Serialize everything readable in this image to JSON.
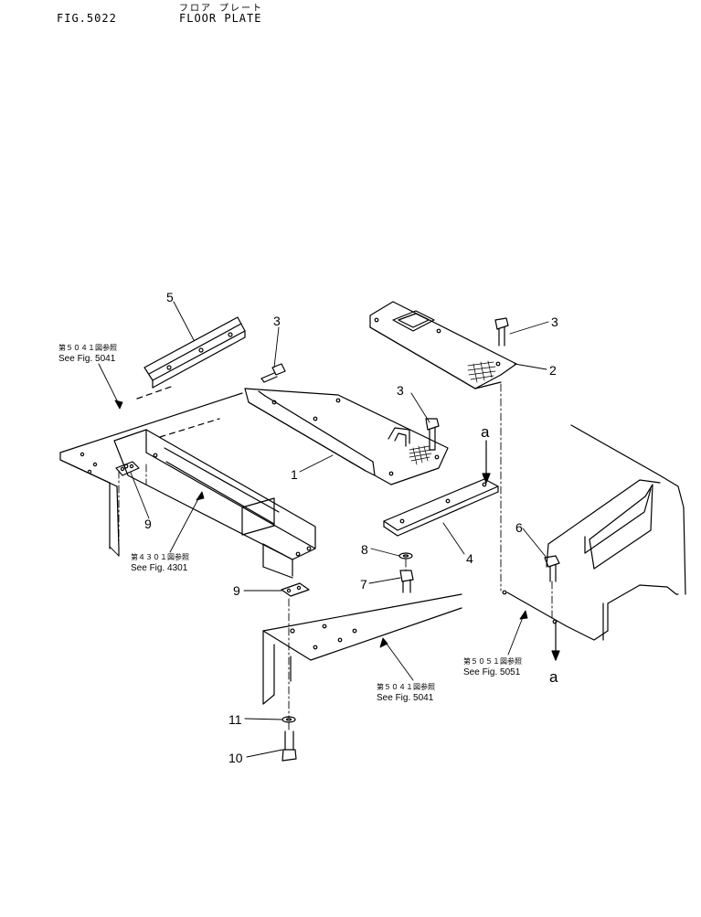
{
  "header": {
    "fig_number": "FIG.5022",
    "title_jp": "フロア プレート",
    "title_en": "FLOOR PLATE"
  },
  "callouts": {
    "c1": "1",
    "c2": "2",
    "c3a": "3",
    "c3b": "3",
    "c3c": "3",
    "c4": "4",
    "c5": "5",
    "c6": "6",
    "c7": "7",
    "c8": "8",
    "c9a": "9",
    "c9b": "9",
    "c10": "10",
    "c11": "11",
    "a_top": "a",
    "a_bottom": "a"
  },
  "references": {
    "ref_5041_left": {
      "jp": "第５０４１図参照",
      "en": "See Fig. 5041"
    },
    "ref_4301": {
      "jp": "第４３０１図参照",
      "en": "See Fig. 4301"
    },
    "ref_5041_bottom": {
      "jp": "第５０４１図参照",
      "en": "See Fig. 5041"
    },
    "ref_5051": {
      "jp": "第５０５１図参照",
      "en": "See Fig. 5051"
    }
  }
}
